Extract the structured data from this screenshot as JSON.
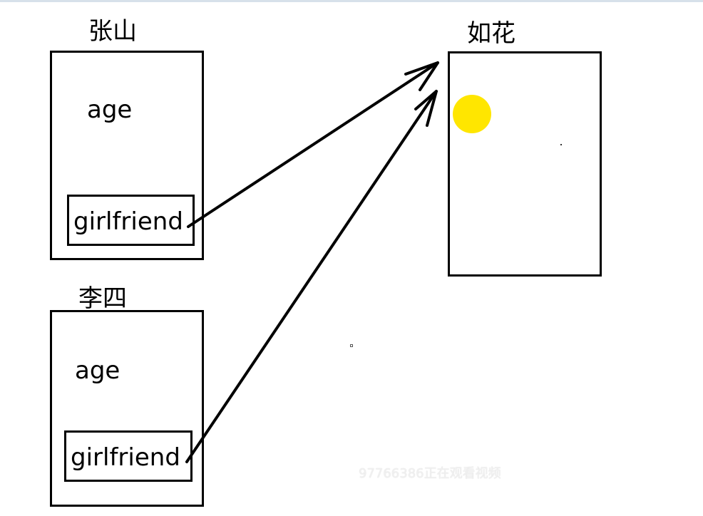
{
  "objects": {
    "zhangsan": {
      "name": "张山",
      "age_label": "age",
      "girlfriend_label": "girlfriend"
    },
    "lisi": {
      "name": "李四",
      "age_label": "age",
      "girlfriend_label": "girlfriend"
    },
    "ruhua": {
      "name": "如花"
    }
  },
  "watermark": {
    "text": "97766386正在观看视频"
  },
  "colors": {
    "line": "#000000",
    "yellow_dot": "#ffe600",
    "top_rule": "#d7e1ea"
  }
}
